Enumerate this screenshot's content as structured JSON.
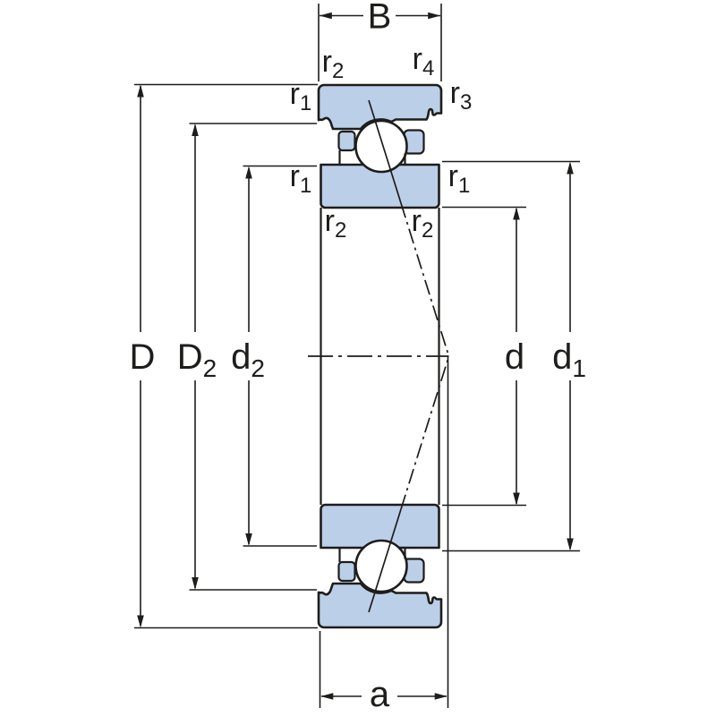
{
  "title": "Angular contact ball bearing cross-section dimension drawing",
  "labels": {
    "B": "B",
    "a": "a",
    "D": "D",
    "D2": {
      "base": "D",
      "sub": "2"
    },
    "d2": {
      "base": "d",
      "sub": "2"
    },
    "d": "d",
    "d1": {
      "base": "d",
      "sub": "1"
    },
    "r1": {
      "base": "r",
      "sub": "1"
    },
    "r2": {
      "base": "r",
      "sub": "2"
    },
    "r3": {
      "base": "r",
      "sub": "3"
    },
    "r4": {
      "base": "r",
      "sub": "4"
    }
  },
  "colors": {
    "ring_fill": "#bccfe9",
    "line": "#1d1d1b",
    "background": "#ffffff"
  }
}
